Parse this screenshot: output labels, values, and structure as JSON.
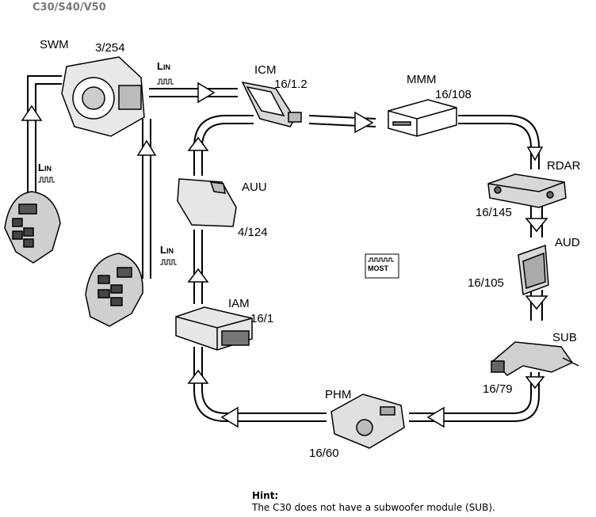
{
  "header": "C30/S40/V50",
  "modules": {
    "swm": {
      "name": "SWM",
      "code": "3/254"
    },
    "icm": {
      "name": "ICM",
      "code": "16/1.2"
    },
    "mmm": {
      "name": "MMM",
      "code": "16/108"
    },
    "rdar": {
      "name": "RDAR",
      "code": "16/145"
    },
    "aud": {
      "name": "AUD",
      "code": "16/105"
    },
    "sub": {
      "name": "SUB",
      "code": "16/79"
    },
    "phm": {
      "name": "PHM",
      "code": "16/60"
    },
    "iam": {
      "name": "IAM",
      "code": "16/1"
    },
    "auu": {
      "name": "AUU",
      "code": "4/124"
    }
  },
  "lin_label_L": "L",
  "lin_label_in": "IN",
  "most_label": "MOST",
  "hint": {
    "title": "Hint:",
    "text": "The C30 does not have a subwoofer module (SUB)."
  }
}
